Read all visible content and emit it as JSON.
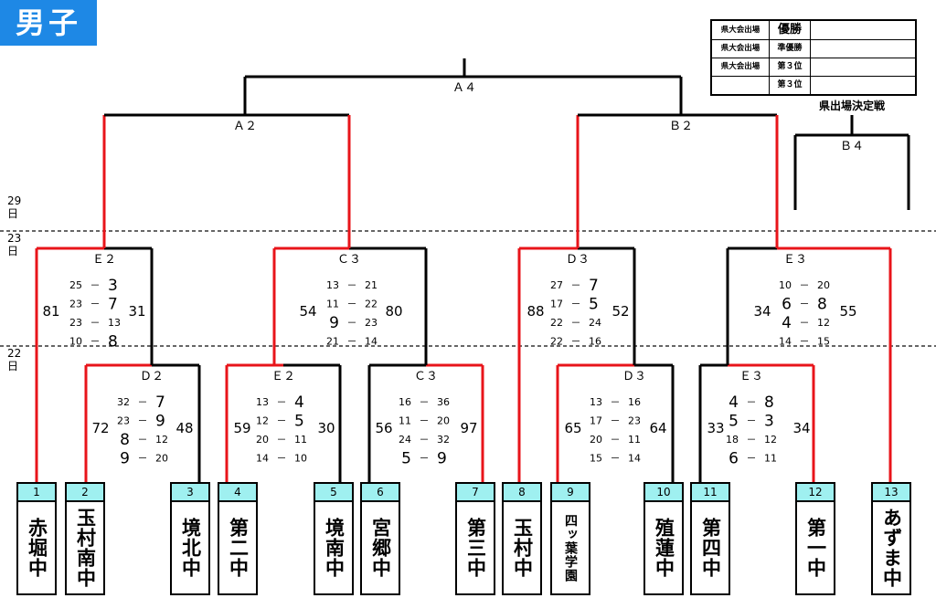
{
  "badge": "男子",
  "legend": [
    {
      "c1": "県大会出場",
      "c2": "優勝"
    },
    {
      "c1": "県大会出場",
      "c2": "準優勝"
    },
    {
      "c1": "県大会出場",
      "c2": "第３位"
    },
    {
      "c1": "",
      "c2": "第３位"
    }
  ],
  "days": {
    "d29": "29",
    "d23": "23",
    "d22": "22",
    "suffix": "日"
  },
  "teams": [
    {
      "num": "1",
      "name": "赤堀中"
    },
    {
      "num": "2",
      "name": "玉村南中"
    },
    {
      "num": "3",
      "name": "境北中"
    },
    {
      "num": "4",
      "name": "第二中"
    },
    {
      "num": "5",
      "name": "境南中"
    },
    {
      "num": "6",
      "name": "宮郷中"
    },
    {
      "num": "7",
      "name": "第三中"
    },
    {
      "num": "8",
      "name": "玉村中"
    },
    {
      "num": "9",
      "name": "四ッ葉学園"
    },
    {
      "num": "10",
      "name": "殖蓮中"
    },
    {
      "num": "11",
      "name": "第四中"
    },
    {
      "num": "12",
      "name": "第一中"
    },
    {
      "num": "13",
      "name": "あずま中"
    }
  ],
  "courts": {
    "A4": "Ａ４",
    "A2": "Ａ２",
    "B2": "Ｂ２",
    "B4": "Ｂ４",
    "E2a": "Ｅ２",
    "C3a": "Ｃ３",
    "D3a": "Ｄ３",
    "E3a": "Ｅ３",
    "D2": "Ｄ２",
    "E2b": "Ｅ２",
    "C3b": "Ｃ３",
    "D3b": "Ｄ３",
    "E3b": "Ｅ３"
  },
  "third_place_label": "県出場決定戦",
  "matches": {
    "r1_2v3": {
      "left_total": "72",
      "right_total": "48",
      "periods": [
        [
          "32",
          "7"
        ],
        [
          "23",
          "9"
        ],
        [
          "8",
          "12"
        ],
        [
          "9",
          "20"
        ]
      ]
    },
    "r1_4v5": {
      "left_total": "59",
      "right_total": "30",
      "periods": [
        [
          "13",
          "4"
        ],
        [
          "12",
          "5"
        ],
        [
          "20",
          "11"
        ],
        [
          "14",
          "10"
        ]
      ]
    },
    "r1_6v7": {
      "left_total": "56",
      "right_total": "97",
      "periods": [
        [
          "16",
          "36"
        ],
        [
          "11",
          "20"
        ],
        [
          "24",
          "32"
        ],
        [
          "5",
          "9"
        ]
      ]
    },
    "r1_9v10": {
      "left_total": "65",
      "right_total": "64",
      "periods": [
        [
          "13",
          "16"
        ],
        [
          "17",
          "23"
        ],
        [
          "20",
          "11"
        ],
        [
          "15",
          "14"
        ]
      ]
    },
    "r1_11v12": {
      "left_total": "33",
      "right_total": "34",
      "periods": [
        [
          "4",
          "8"
        ],
        [
          "5",
          "3"
        ],
        [
          "18",
          "12"
        ],
        [
          "6",
          "11"
        ]
      ]
    },
    "r2_1v2": {
      "left_total": "81",
      "right_total": "31",
      "periods": [
        [
          "25",
          "3"
        ],
        [
          "23",
          "7"
        ],
        [
          "23",
          "13"
        ],
        [
          "10",
          "8"
        ]
      ]
    },
    "r2_4v7": {
      "left_total": "54",
      "right_total": "80",
      "periods": [
        [
          "13",
          "21"
        ],
        [
          "11",
          "22"
        ],
        [
          "9",
          "23"
        ],
        [
          "21",
          "14"
        ]
      ]
    },
    "r2_8v9": {
      "left_total": "88",
      "right_total": "52",
      "periods": [
        [
          "27",
          "7"
        ],
        [
          "17",
          "5"
        ],
        [
          "22",
          "24"
        ],
        [
          "22",
          "16"
        ]
      ]
    },
    "r2_12v13": {
      "left_total": "34",
      "right_total": "55",
      "periods": [
        [
          "10",
          "20"
        ],
        [
          "6",
          "8"
        ],
        [
          "4",
          "12"
        ],
        [
          "14",
          "15"
        ]
      ]
    }
  },
  "colors": {
    "win": "#e8141a",
    "line": "#000000",
    "badge": "#1e88e5",
    "number_bg": "#9ff0f0"
  }
}
